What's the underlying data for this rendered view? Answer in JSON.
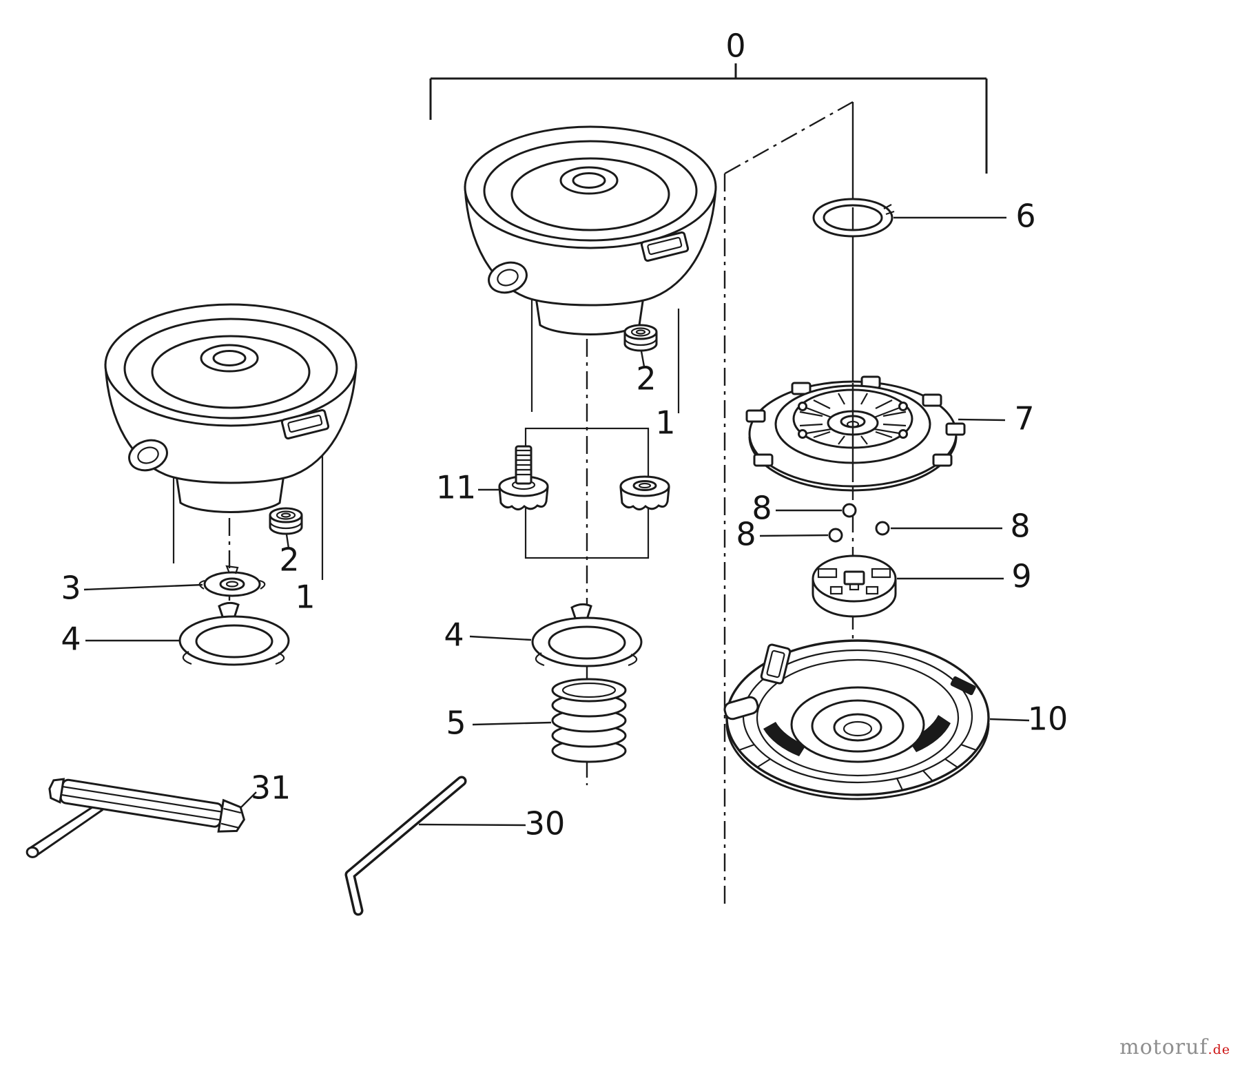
{
  "style": {
    "background": "#ffffff",
    "line_color": "#1a1a1a"
  },
  "labels": {
    "assembly": "0",
    "left": {
      "part1": "1",
      "part2": "2",
      "part3": "3",
      "part4": "4"
    },
    "center": {
      "part1": "1",
      "part2": "2",
      "part4": "4",
      "part5": "5",
      "part11": "11"
    },
    "right": {
      "part6": "6",
      "part7": "7",
      "part8a": "8",
      "part8b": "8",
      "part8c": "8",
      "part9": "9",
      "part10": "10"
    },
    "tools": {
      "part30": "30",
      "part31": "31"
    }
  },
  "watermark": {
    "brand": "motoruf",
    "tld": ".de",
    "brand_color": "#8e8e8e",
    "tld_color": "#cc1111"
  }
}
